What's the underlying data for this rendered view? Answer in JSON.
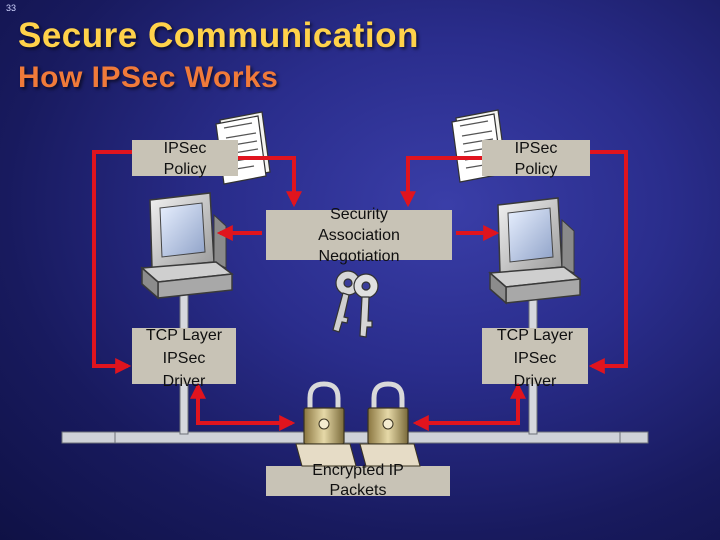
{
  "slide": {
    "number": "33",
    "title": "Secure Communication",
    "subtitle": "How IPSec Works"
  },
  "diagram": {
    "left_policy": {
      "line1": "IPSec",
      "line2": "Policy"
    },
    "right_policy": {
      "line1": "IPSec",
      "line2": "Policy"
    },
    "sa_negotiation": {
      "line1": "Security",
      "line2": "Association",
      "line3": "Negotiation"
    },
    "left_stack": {
      "tcp": "TCP Layer",
      "driver1": "IPSec",
      "driver2": "Driver"
    },
    "right_stack": {
      "tcp": "TCP Layer",
      "driver1": "IPSec",
      "driver2": "Driver"
    },
    "packets": {
      "line1": "Encrypted IP",
      "line2": "Packets"
    },
    "icons": [
      "policy-document-icon",
      "computer-icon",
      "keys-icon",
      "padlock-icon"
    ]
  },
  "colors": {
    "title": "#ffd24a",
    "subtitle": "#f07a3a",
    "arrow": "#e0141e",
    "label_box": "#c8c3b6",
    "network": "#cfd2d8"
  }
}
